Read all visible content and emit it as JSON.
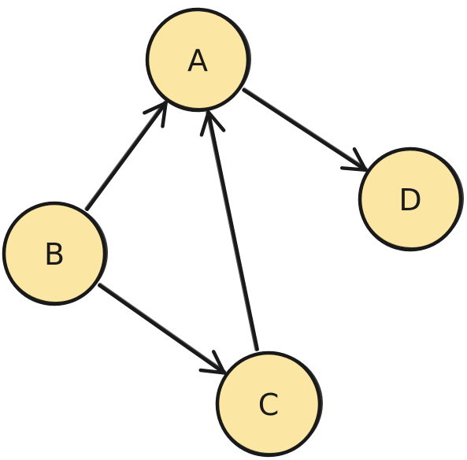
{
  "diagram": {
    "type": "directed-graph",
    "node_fill": "#fbe7a3",
    "stroke_color": "#1a1a1a",
    "nodes": [
      {
        "id": "A",
        "label": "A"
      },
      {
        "id": "B",
        "label": "B"
      },
      {
        "id": "C",
        "label": "C"
      },
      {
        "id": "D",
        "label": "D"
      }
    ],
    "edges": [
      {
        "from": "B",
        "to": "A"
      },
      {
        "from": "C",
        "to": "A"
      },
      {
        "from": "A",
        "to": "D"
      },
      {
        "from": "B",
        "to": "C"
      }
    ]
  }
}
